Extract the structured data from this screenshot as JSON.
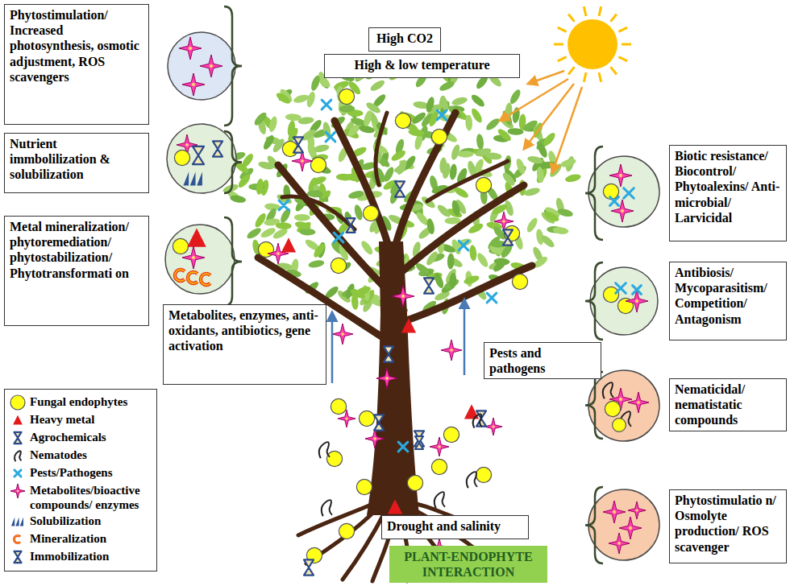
{
  "diagram": {
    "nodes": [
      {
        "text": [
          "Phytostimulation/ Increased photosynthesis, osmotic adjustment, ROS scavengers"
        ]
      },
      {
        "text": [
          "Nutrient immbolilization & solubilization"
        ]
      },
      {
        "text": [
          "Metal mineralization/ phytoremediation/ phytostabilization/ Phytotransformati on"
        ]
      },
      {
        "text": [
          "Metabolites, enzymes, anti-oxidants, antibiotics, gene activation"
        ]
      },
      {
        "text": [
          "High CO2"
        ]
      },
      {
        "text": [
          "High & low temperature"
        ]
      },
      {
        "text": [
          "Biotic resistance/ Biocontrol/ Phytoalexins/ Anti-microbial/ Larvicidal"
        ]
      },
      {
        "text": [
          "Antibiosis/ Mycoparasitism/ Competition/ Antagonism"
        ]
      },
      {
        "text": [
          "Pests and pathogens"
        ]
      },
      {
        "text": [
          "Nematicidal/ nematistatic compounds"
        ]
      },
      {
        "text": [
          "Phytostimulatio n/ Osmolyte production/ ROS scavenger"
        ]
      },
      {
        "text": [
          "Drought and salinity"
        ]
      },
      {
        "text": [
          "PLANT-ENDOPHYTE INTERACTION"
        ]
      }
    ],
    "legend": [
      {
        "text": "Fungal endophytes"
      },
      {
        "text": "Heavy metal"
      },
      {
        "text": "Agrochemicals"
      },
      {
        "text": "Nematodes"
      },
      {
        "text": "Pests/Pathogens"
      },
      {
        "text": "Metabolites/bioactive compounds/ enzymes"
      },
      {
        "text": "Solubilization"
      },
      {
        "text": "Mineralization"
      },
      {
        "text": "Immobilization"
      }
    ]
  }
}
